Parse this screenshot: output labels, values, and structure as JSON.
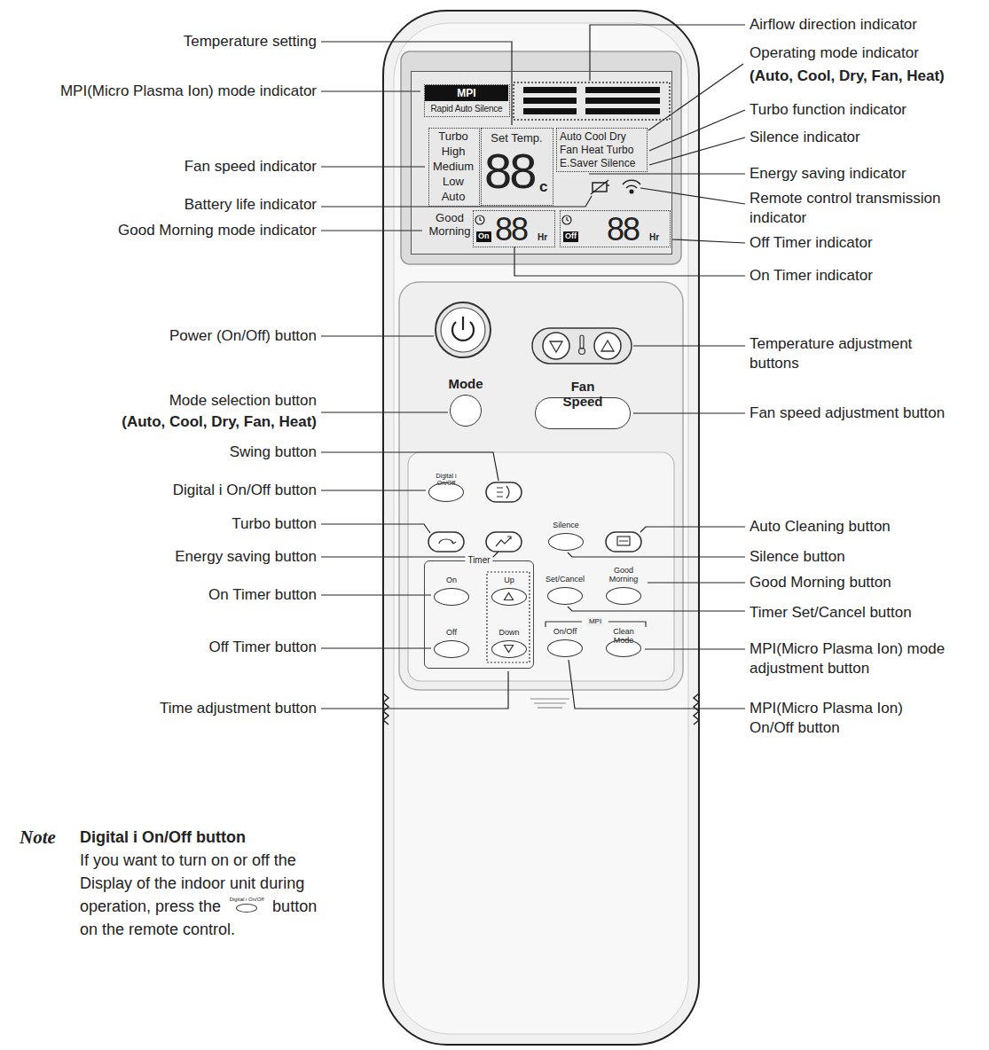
{
  "diagram": {
    "nodes": [
      {
        "text": [
          "Good Morning"
        ]
      },
      {
        "text": [
          "MPI",
          "Rapid Auto Silence"
        ],
        "in": 0
      },
      {
        "text": [
          "Turbo High Medium Low Auto"
        ],
        "in": 0
      },
      {
        "text": [
          "Set Temp.",
          "88",
          "c"
        ],
        "in": 0
      },
      {
        "text": [
          "Auto Cool Dry",
          "Fan Heat Turbo",
          "E.Saver Silence"
        ],
        "in": 0
      },
      {
        "text": [
          "On",
          "88",
          "Hr"
        ],
        "in": 0
      },
      {
        "text": [
          "Off",
          "88",
          "Hr"
        ],
        "in": 0
      },
      {
        "text": [
          "Mode"
        ]
      },
      {
        "text": [
          "Fan Speed"
        ]
      },
      {
        "text": [
          "Digital i On/Off"
        ]
      },
      {
        "text": [
          "Silence"
        ]
      },
      {
        "text": [
          "Timer"
        ]
      },
      {
        "text": [
          "On"
        ],
        "in": 11
      },
      {
        "text": [
          "Up"
        ],
        "in": 11
      },
      {
        "text": [
          "Off"
        ],
        "in": 11
      },
      {
        "text": [
          "Down"
        ],
        "in": 11
      },
      {
        "text": [
          "Set/Cancel"
        ]
      },
      {
        "text": [
          "Good Morning"
        ]
      },
      {
        "text": [
          "On/Off"
        ]
      },
      {
        "text": [
          "Clean Mode"
        ]
      }
    ],
    "labels": [
      "Temperature setting",
      "MPI(Micro Plasma Ion) mode indicator",
      "Fan speed indicator",
      "Battery life indicator",
      "Good Morning mode indicator",
      "Power (On/Off) button",
      "Mode selection button",
      "(Auto, Cool, Dry, Fan, Heat)",
      "Swing button",
      "Digital i On/Off button",
      "Turbo button",
      "Energy saving button",
      "On Timer button",
      "Off Timer button",
      "Time adjustment button",
      "Airflow direction indicator",
      "Operating mode indicator",
      "(Auto, Cool, Dry, Fan, Heat)",
      "Turbo function indicator",
      "Silence indicator",
      "Energy saving indicator",
      "Remote control transmission indicator",
      "Off Timer indicator",
      "On Timer indicator",
      "Temperature adjustment buttons",
      "Fan speed adjustment button",
      "Auto Cleaning button",
      "Silence button",
      "Good Morning button",
      "Timer Set/Cancel button",
      "MPI(Micro Plasma Ion) mode adjustment button",
      "MPI(Micro Plasma Ion) On/Off button",
      "MPI",
      "Note",
      "Digital i On/Off button",
      "If you want to turn on or off the Display of the indoor unit during operation, press the",
      "Digital i On/Off",
      "button on the remote control."
    ]
  }
}
